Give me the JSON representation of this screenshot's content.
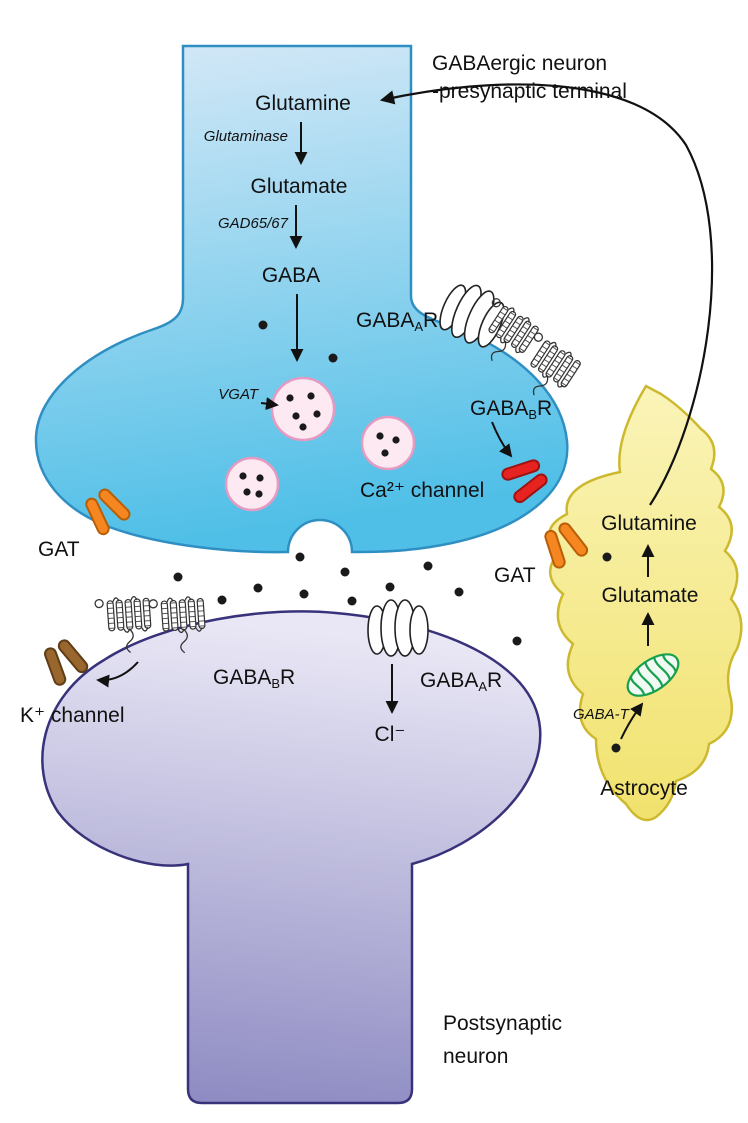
{
  "annotations": {
    "neuron_note_line1": "GABAergic neuron",
    "neuron_note_line2": "-presynaptic terminal",
    "postsynaptic_line1": "Postsynaptic",
    "postsynaptic_line2": "neuron",
    "astrocyte_label": "Astrocyte"
  },
  "presynaptic": {
    "glutamine": "Glutamine",
    "glutaminase": "Glutaminase",
    "glutamate": "Glutamate",
    "gad": "GAD65/67",
    "gaba": "GABA",
    "vgat": "VGAT",
    "ca_channel": "Ca²⁺ channel"
  },
  "transporters": {
    "gat": "GAT"
  },
  "receptors": {
    "gabaa_name": "GABA",
    "gabaa_sub": "A",
    "gabaa_suffix": "R",
    "gabab_name": "GABA",
    "gabab_sub": "B",
    "gabab_suffix": "R"
  },
  "postsynaptic": {
    "k_channel": "K⁺ channel",
    "cl": "Cl⁻"
  },
  "astrocyte_pathway": {
    "glutamine": "Glutamine",
    "glutamate": "Glutamate",
    "gaba_t": "GABA-T"
  },
  "colors": {
    "presynaptic_top": "#d7e9f7",
    "presynaptic_bottom": "#4fbfe7",
    "postsynaptic_top": "#e9e7f5",
    "postsynaptic_bottom": "#8b88c1",
    "astrocyte_top": "#faf4b8",
    "astrocyte_bottom": "#f1e26e",
    "vesicle_fill": "#fce9f2",
    "gat_orange": "#f6861f",
    "ca_red": "#e62320",
    "k_brown": "#99662e",
    "mito_fill": "#effaf3"
  }
}
